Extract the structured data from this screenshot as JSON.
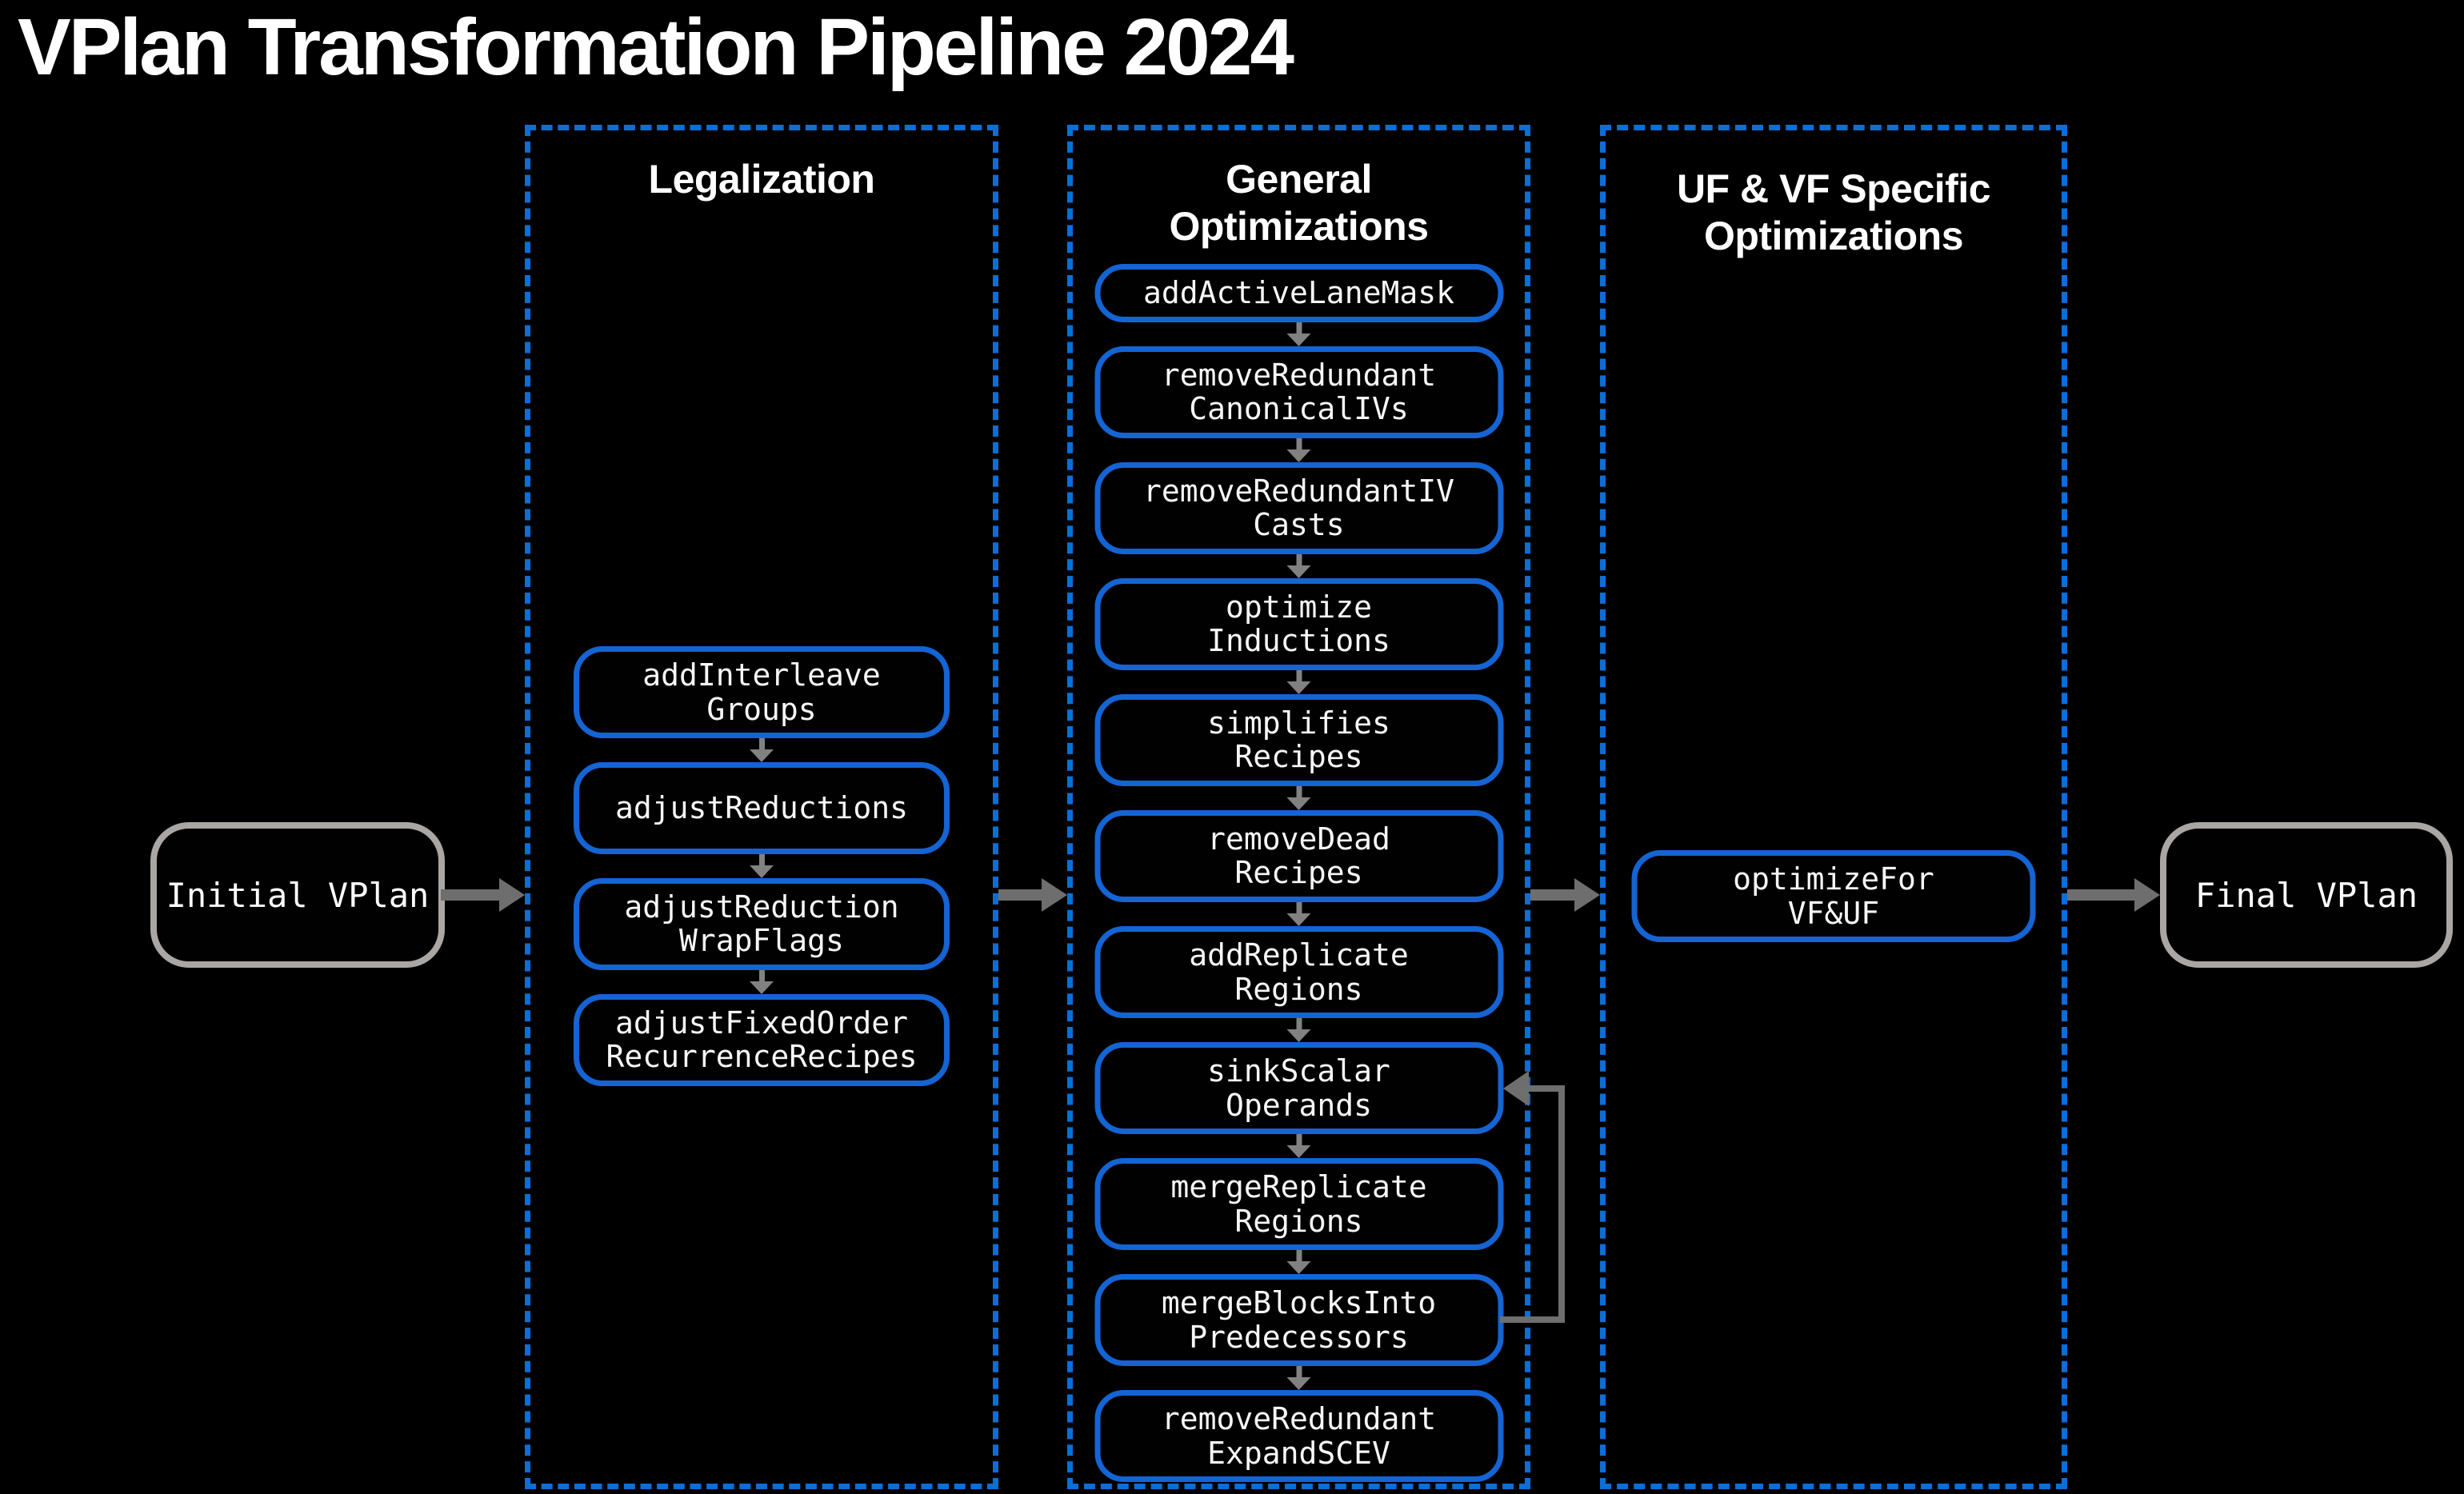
{
  "title": "VPlan Transformation Pipeline 2024",
  "endpoints": {
    "initial": "Initial VPlan",
    "final": "Final VPlan"
  },
  "columns": [
    {
      "header": "Legalization",
      "steps": [
        "addInterleave\nGroups",
        "adjustReductions",
        "adjustReduction\nWrapFlags",
        "adjustFixedOrder\nRecurrenceRecipes"
      ]
    },
    {
      "header": "General\nOptimizations",
      "steps": [
        "addActiveLaneMask",
        "removeRedundant\nCanonicalIVs",
        "removeRedundantIV\nCasts",
        "optimize\nInductions",
        "simplifies\nRecipes",
        "removeDead\nRecipes",
        "addReplicate\nRegions",
        "sinkScalar\nOperands",
        "mergeReplicate\nRegions",
        "mergeBlocksInto\nPredecessors",
        "removeRedundant\nExpandSCEV"
      ]
    },
    {
      "header": "UF & VF Specific\nOptimizations",
      "steps": [
        "optimizeFor\nVF&UF"
      ]
    }
  ],
  "feedback_loop": {
    "from": "mergeBlocksInto Predecessors",
    "to": "sinkScalar Operands"
  },
  "colors": {
    "background": "#000000",
    "column_border": "#0c6ed8",
    "step_border": "#1464d4",
    "endpoint_border": "#a9a6a4",
    "arrow": "#6e6e6e",
    "inner_arrow": "#818181",
    "text": "#ffffff"
  }
}
